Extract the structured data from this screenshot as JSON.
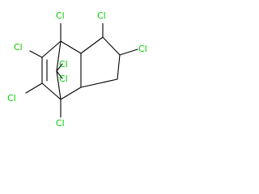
{
  "colors": {
    "bond": "#000000",
    "chlorine": "#00cc00",
    "background": "#ffffff"
  },
  "structure": {
    "labels": {
      "cl_top_bridgehead": "Cl",
      "cl_right_top": "Cl",
      "cl_right": "Cl",
      "cl_left_upper": "Cl",
      "cl_bridge_a": "Cl",
      "cl_bridge_b": "Cl",
      "cl_left_lower": "Cl",
      "cl_bottom_bridgehead": "Cl"
    }
  }
}
